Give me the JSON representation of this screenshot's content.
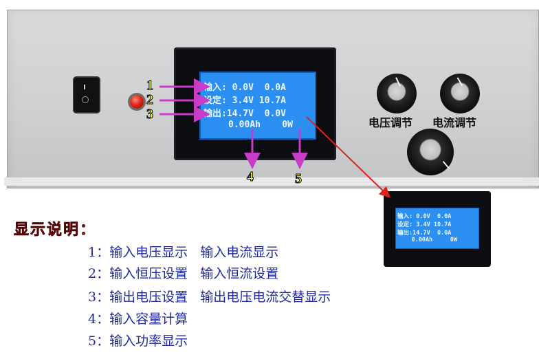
{
  "lcd": {
    "row1_label": "输入:",
    "row1_values": "0.0V  0.0A",
    "row2_label": "设定:",
    "row2_values": "3.4V 10.7A",
    "row3_label": "输出:",
    "row3_values": "14.7V  0.0V",
    "row4_values": "0.00Ah    0W"
  },
  "mini_lcd": {
    "row1": "输入: 0.0V  0.0A",
    "row2": "设定: 3.4V 10.7A",
    "row3": "输出:14.7V  0.0A",
    "row4": "    0.00Ah     0W"
  },
  "knobs": {
    "voltage_label": "电压调节",
    "current_label": "电流调节"
  },
  "callouts": [
    "1",
    "2",
    "3",
    "4",
    "5"
  ],
  "legend": {
    "title": "显示说明：",
    "lines": [
      "1：输入电压显示   输入电流显示",
      "2：输入恒压设置   输入恒流设置",
      "3：输出电压设置   输出电压电流交替显示",
      "4：输入容量计算",
      "5：输入功率显示"
    ]
  },
  "colors": {
    "arrow": "#c83cc8",
    "red_arrow": "#e0201a",
    "callout_text": "#ffff33",
    "legend_text": "#1f2aa0",
    "lcd_bg": "#2a8ff0"
  }
}
